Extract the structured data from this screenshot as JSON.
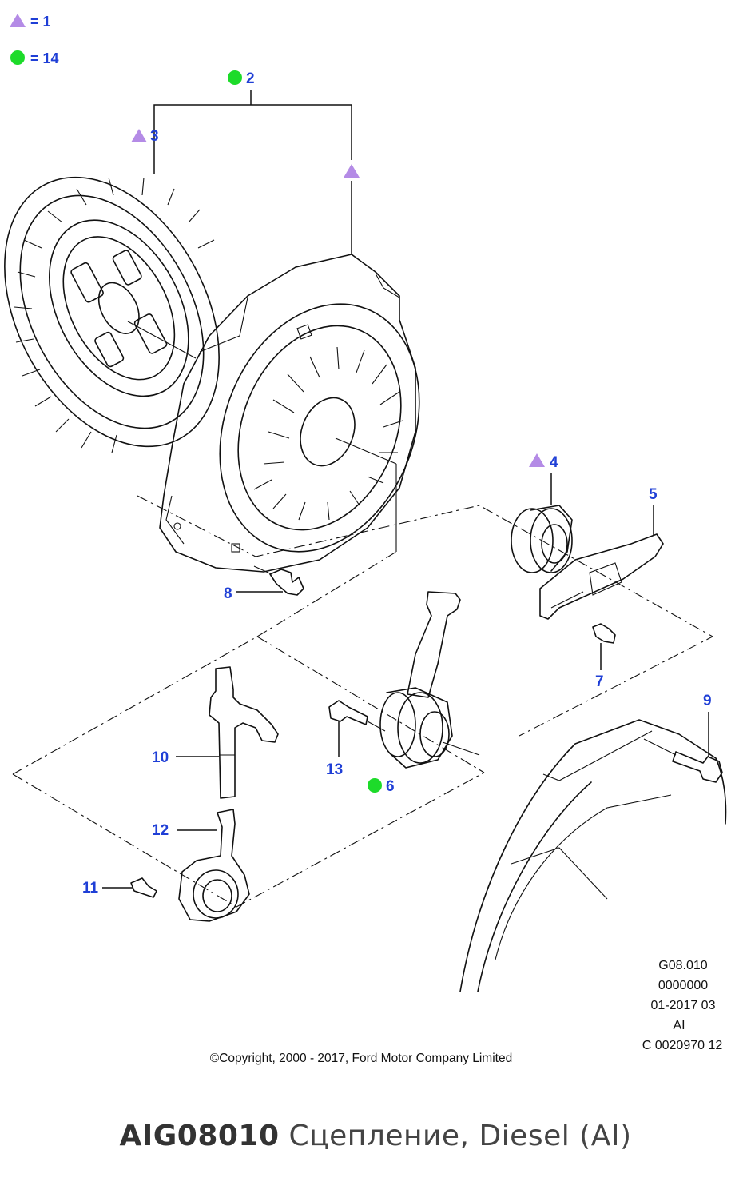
{
  "legend": [
    {
      "symbol": "triangle",
      "color": "#b48be6",
      "text": "= 1"
    },
    {
      "symbol": "circle",
      "color": "#1ddb2a",
      "text": "= 14"
    }
  ],
  "callouts": {
    "c1": "2",
    "c2": "3",
    "c3": "4",
    "c4": "5",
    "c5": "8",
    "c6": "7",
    "c7": "9",
    "c8": "10",
    "c9": "13",
    "c10": "6",
    "c11": "12",
    "c12": "11"
  },
  "meta": {
    "line1": "G08.010",
    "line2": "0000000",
    "line3": "01-2017 03",
    "line4": "AI",
    "line5": "C 0020970 12"
  },
  "copyright": "©Copyright, 2000 - 2017, Ford Motor Company Limited",
  "caption": {
    "code": "AIG08010",
    "title": " Сцепление, Diesel (AI)"
  },
  "colors": {
    "callout": "#1f3fd6",
    "triangle": "#b48be6",
    "circle": "#1ddb2a"
  }
}
